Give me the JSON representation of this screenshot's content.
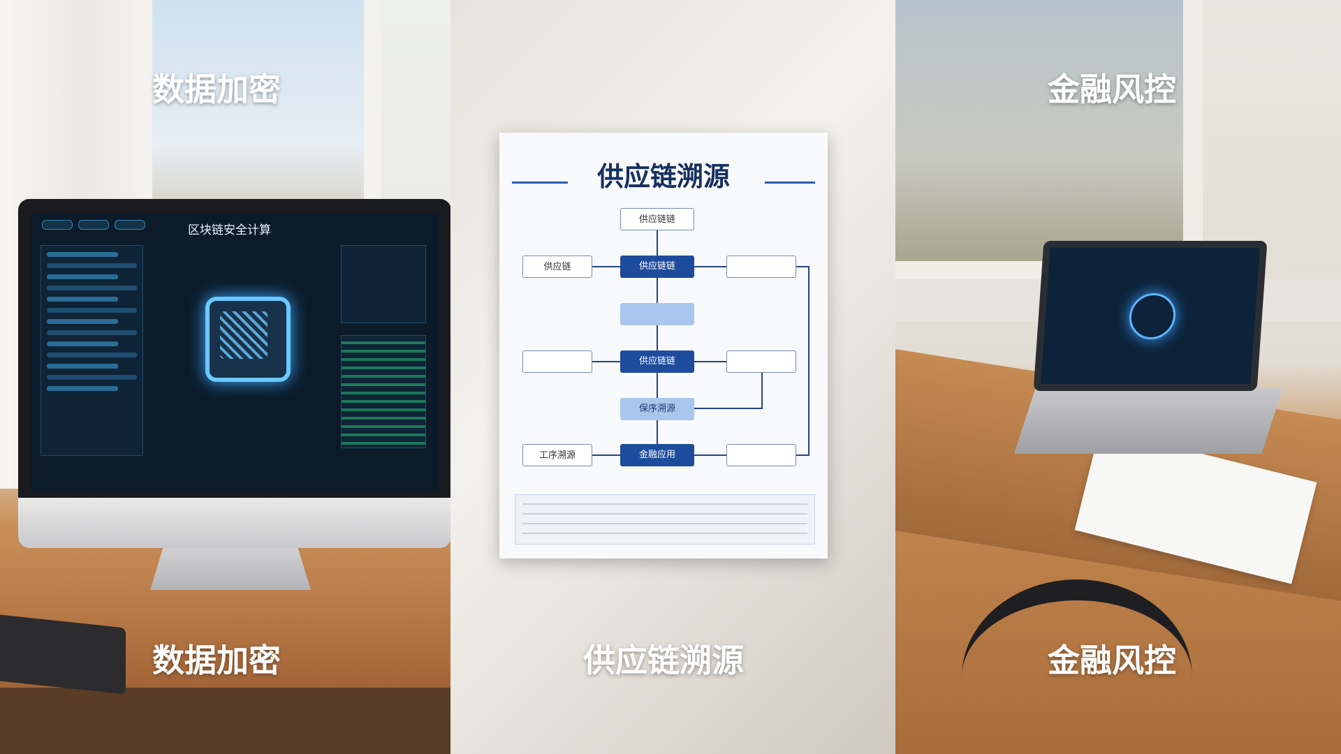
{
  "labels": {
    "left_top": "数据加密",
    "left_bottom": "数据加密",
    "middle_bottom": "供应链溯源",
    "right_top": "金融风控",
    "right_bottom": "金融风控"
  },
  "monitor": {
    "screen_title": "区块链安全计算"
  },
  "poster": {
    "title": "供应链溯源",
    "node_top": "供应链链",
    "node_row1_left": "供应链",
    "node_row1_center": "供应链链",
    "node_row2_center": "供应链链",
    "node_row4_center": "保序溯源",
    "node_row5_left": "工序溯源",
    "node_row5_center": "金融应用"
  },
  "colors": {
    "poster_title": "#16305e",
    "node_dark": "#1e4c9c",
    "node_light": "#a9c7ee",
    "screen_glow": "#6cc8ff"
  }
}
